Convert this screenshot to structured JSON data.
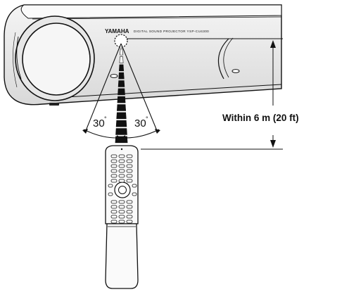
{
  "device": {
    "brand": "YAMAHA",
    "model": "DIGITAL SOUND PROJECTOR YSP-CU4300"
  },
  "angles": {
    "left": "30",
    "right": "30",
    "degree_symbol": "°"
  },
  "distance_label": "Within 6 m (20 ft)",
  "colors": {
    "line": "#111111",
    "panel": "#eeeeee",
    "beam": "#111111"
  }
}
